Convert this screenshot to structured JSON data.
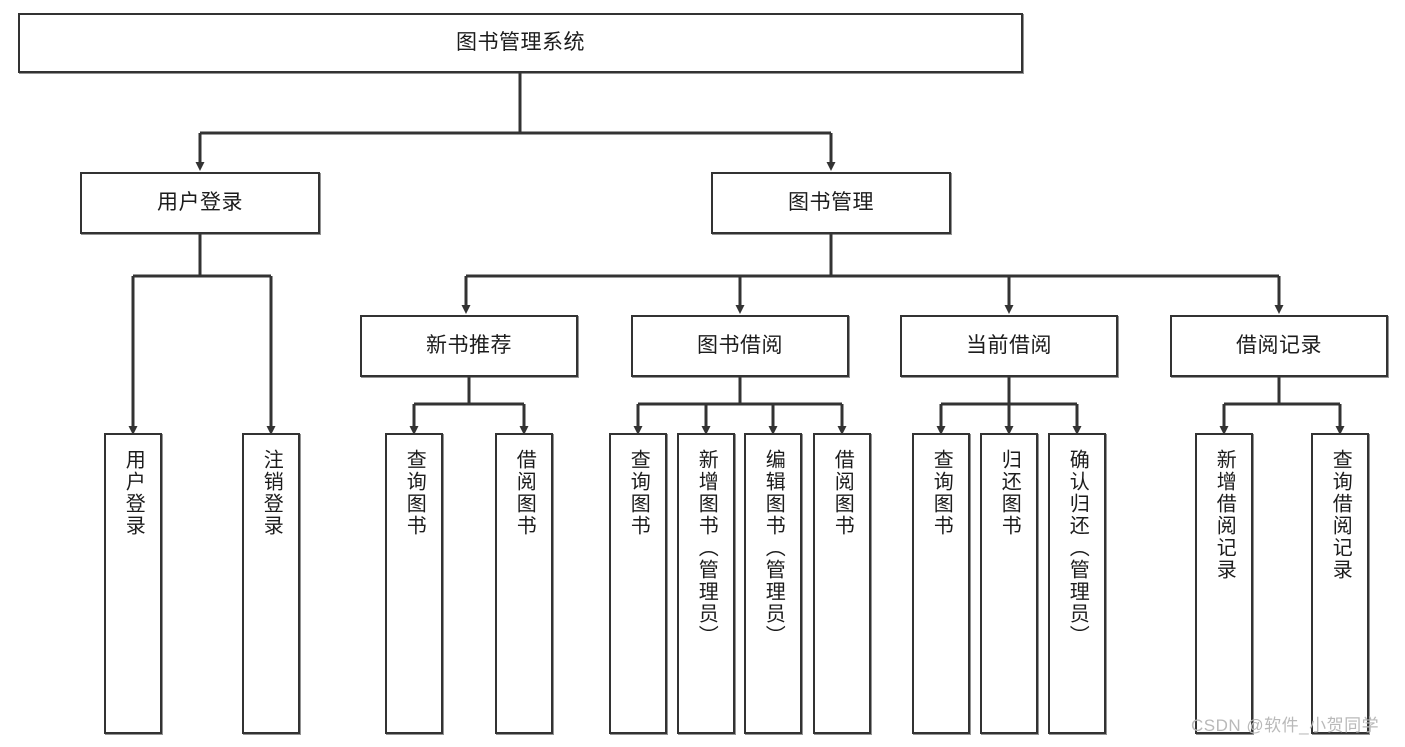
{
  "diagram": {
    "type": "tree-hierarchy",
    "title_node": "图书管理系统",
    "watermark": "CSDN @软件_小贺同学",
    "colors": {
      "background": "#ffffff",
      "node_border": "#333333",
      "node_fill": "#ffffff",
      "connector": "#333333",
      "text": "#1c1c1c",
      "watermark": "#b9b9b9"
    },
    "nodes": {
      "root": {
        "label": "图书管理系统"
      },
      "level2": [
        {
          "id": "user-login",
          "label": "用户登录"
        },
        {
          "id": "book-manage",
          "label": "图书管理"
        }
      ],
      "level3": [
        {
          "id": "new-book-recommend",
          "label": "新书推荐"
        },
        {
          "id": "book-borrow",
          "label": "图书借阅"
        },
        {
          "id": "current-borrow",
          "label": "当前借阅"
        },
        {
          "id": "borrow-record",
          "label": "借阅记录"
        }
      ],
      "leaves": {
        "user_login": [
          {
            "id": "leaf-user-login",
            "label": "用户登录"
          },
          {
            "id": "leaf-logout-login",
            "label": "注销登录"
          }
        ],
        "new_book_recommend": [
          {
            "id": "leaf-query-book-1",
            "label": "查询图书"
          },
          {
            "id": "leaf-borrow-book-1",
            "label": "借阅图书"
          }
        ],
        "book_borrow": [
          {
            "id": "leaf-query-book-2",
            "label": "查询图书"
          },
          {
            "id": "leaf-add-book-admin",
            "label": "新增图书（管理员）"
          },
          {
            "id": "leaf-edit-book-admin",
            "label": "编辑图书（管理员）"
          },
          {
            "id": "leaf-borrow-book-2",
            "label": "借阅图书"
          }
        ],
        "current_borrow": [
          {
            "id": "leaf-query-book-3",
            "label": "查询图书"
          },
          {
            "id": "leaf-return-book",
            "label": "归还图书"
          },
          {
            "id": "leaf-confirm-return-admin",
            "label": "确认归还（管理员）"
          }
        ],
        "borrow_record": [
          {
            "id": "leaf-add-borrow-record",
            "label": "新增借阅记录"
          },
          {
            "id": "leaf-query-borrow-record",
            "label": "查询借阅记录"
          }
        ]
      }
    }
  }
}
